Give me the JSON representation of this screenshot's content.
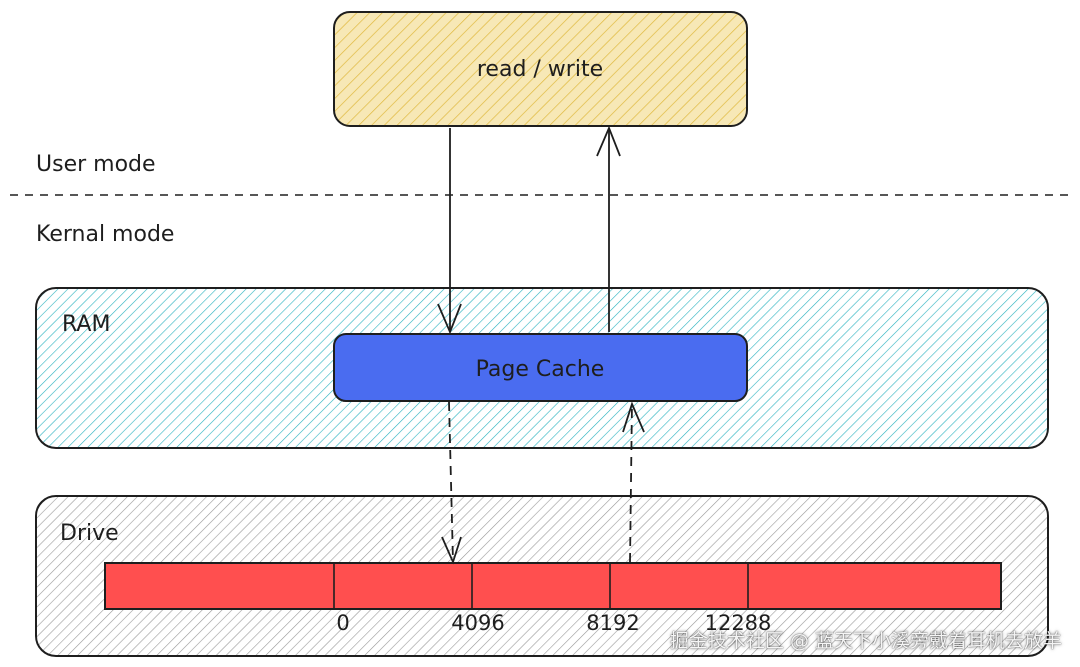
{
  "diagram": {
    "syscall_label": "read / write",
    "user_mode_label": "User mode",
    "kernel_mode_label": "Kernal mode",
    "ram_label": "RAM",
    "page_cache_label": "Page Cache",
    "drive_label": "Drive",
    "offsets": [
      "0",
      "4096",
      "8192",
      "12288"
    ],
    "colors": {
      "syscall_fill": "#f1d88c",
      "syscall_hatch": "#e0b93f",
      "ram_hatch": "#2bb3c0",
      "page_cache_fill": "#4a6cf0",
      "drive_hatch": "#9a9a9a",
      "drive_blocks_fill": "#ff4f4f",
      "stroke": "#1e1e1e"
    }
  },
  "watermark": "掘金技术社区 @ 蓝天下小溪旁戴着耳机去放羊"
}
